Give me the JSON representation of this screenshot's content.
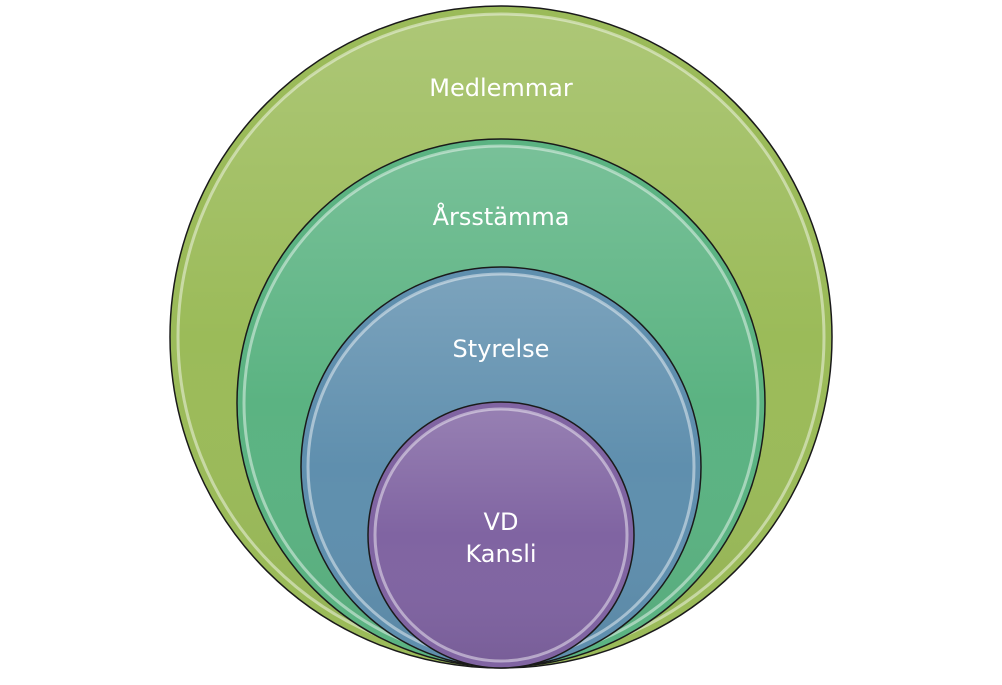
{
  "diagram": {
    "type": "nested-circles",
    "rings": [
      {
        "id": "medlemmar",
        "lines": [
          "Medlemmar"
        ],
        "color": "#9BBB59"
      },
      {
        "id": "arsstamma",
        "lines": [
          "Årsstämma"
        ],
        "color": "#5BB382"
      },
      {
        "id": "styrelse",
        "lines": [
          "Styrelse"
        ],
        "color": "#5F8FAE"
      },
      {
        "id": "vd-kansli",
        "lines": [
          "VD",
          "Kansli"
        ],
        "color": "#8064A2"
      }
    ]
  }
}
